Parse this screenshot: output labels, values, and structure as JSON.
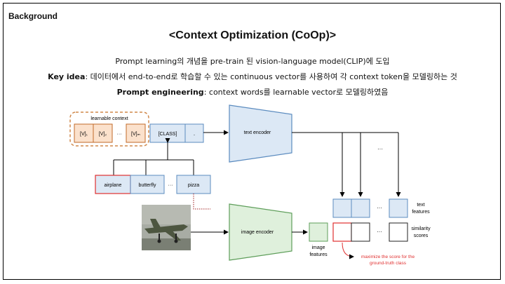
{
  "section_label": "Background",
  "title": "<Context Optimization (CoOp)>",
  "lines": [
    {
      "bold": "",
      "text": "Prompt learning의 개념을 pre-train 된 vision-language model(CLIP)에 도입"
    },
    {
      "bold": "Key idea",
      "text": ": 데이터에서 end-to-end로 학습할 수 있는 continuous vector를 사용하여 각 context token을 모델링하는 것"
    },
    {
      "bold": "Prompt engineering",
      "text": ": context words를 learnable vector로 모델링하였음"
    }
  ],
  "diagram": {
    "learnable_context_label": "learnable context",
    "context_tokens": [
      "[V]₁",
      "[V]₂",
      "···",
      "[V]ₘ"
    ],
    "class_token": "[CLASS]",
    "period_token": ".",
    "text_encoder_label": "text encoder",
    "image_encoder_label": "image encoder",
    "class_names": [
      "airplane",
      "butterfly",
      "···",
      "pizza"
    ],
    "image_features_label": [
      "image",
      "features"
    ],
    "text_features_label": [
      "text",
      "features"
    ],
    "similarity_label": [
      "similarity",
      "scores"
    ],
    "ellipsis": "···",
    "maximize_note": [
      "maximize the score for the",
      "ground-truth class"
    ],
    "colors": {
      "token_fill": "#fbe1cc",
      "token_stroke": "#c26a2a",
      "context_border": "#d0884a",
      "blue_fill": "#dce8f5",
      "blue_stroke": "#5b8bbf",
      "text_encoder_fill": "#dce8f5",
      "image_encoder_fill": "#dff0dc",
      "image_encoder_stroke": "#5e9e5a",
      "highlight_red": "#e03030"
    }
  }
}
